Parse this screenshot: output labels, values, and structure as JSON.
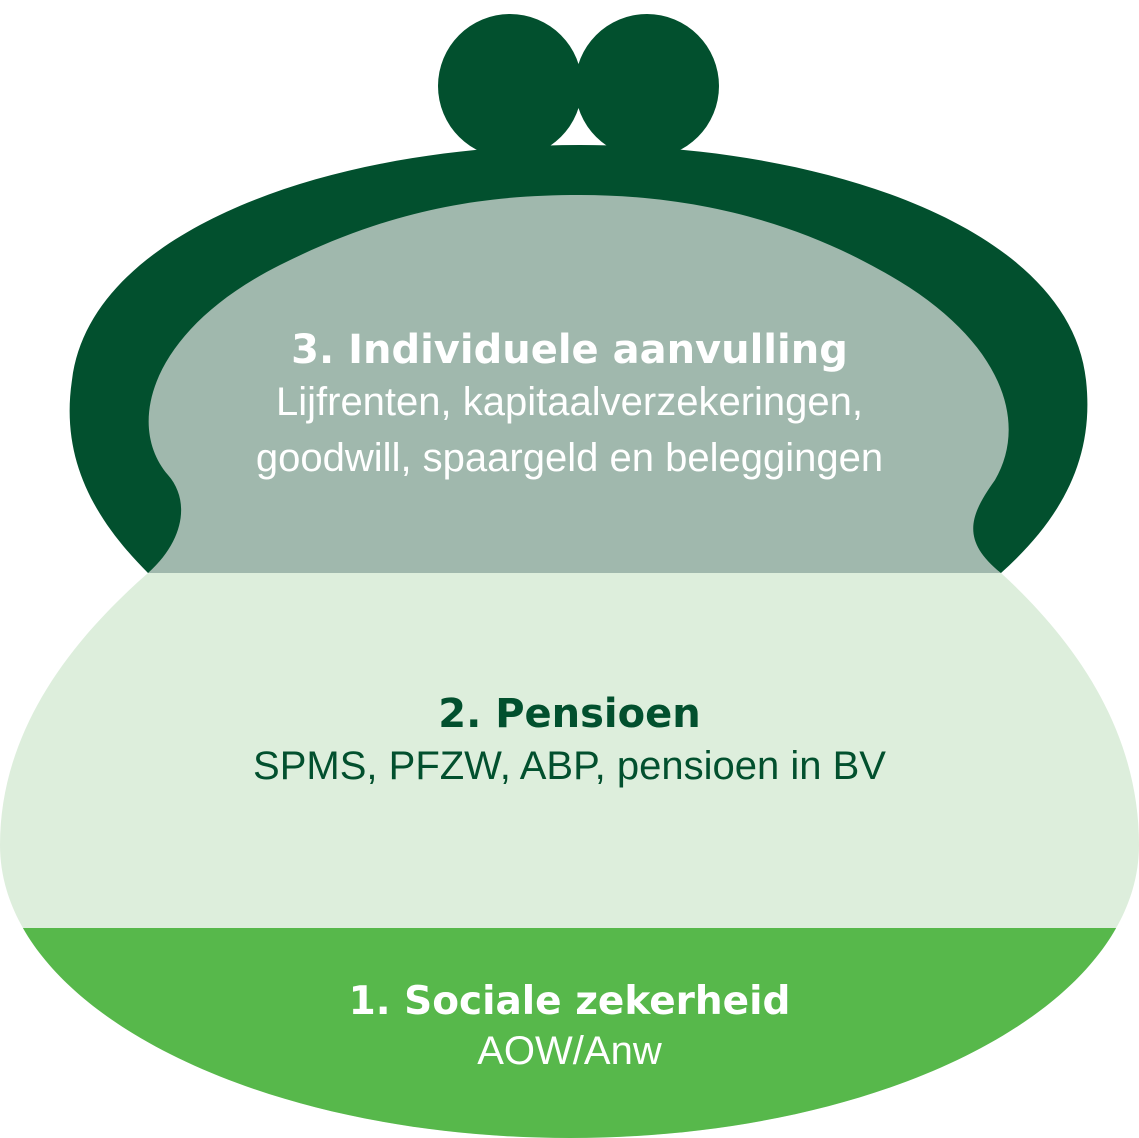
{
  "colors": {
    "dark_green": "#02502e",
    "grey_green": "#a0b8ad",
    "light_green": "#ddeedc",
    "bright_green": "#57b84b"
  },
  "layers": [
    {
      "level": 3,
      "title": "3. Individuele aanvulling",
      "lines": [
        "Lijfrenten, kapitaalverzekeringen,",
        "goodwill, spaargeld en beleggingen"
      ]
    },
    {
      "level": 2,
      "title": "2. Pensioen",
      "lines": [
        "SPMS, PFZW, ABP, pensioen in BV"
      ]
    },
    {
      "level": 1,
      "title": "1. Sociale zekerheid",
      "lines": [
        "AOW/Anw"
      ]
    }
  ]
}
